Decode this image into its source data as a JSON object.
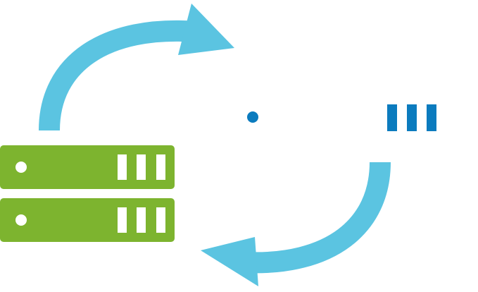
{
  "diagram": {
    "type": "server-sync-cycle",
    "icons": {
      "upper_arrow": "curved-arrow-up-right-icon",
      "lower_arrow": "curved-arrow-down-left-icon",
      "local_server": "server-stack-icon",
      "remote_server": "server-stack-icon"
    },
    "colors": {
      "arrow": "#5bc4e1",
      "local_server": "#7db42f",
      "remote_server": "#0b7bbe",
      "slot_detail": "#ffffff",
      "background": "#ffffff"
    },
    "local_server_units": 2,
    "remote_server_units": 1,
    "remote_server_partially_visible": true
  }
}
